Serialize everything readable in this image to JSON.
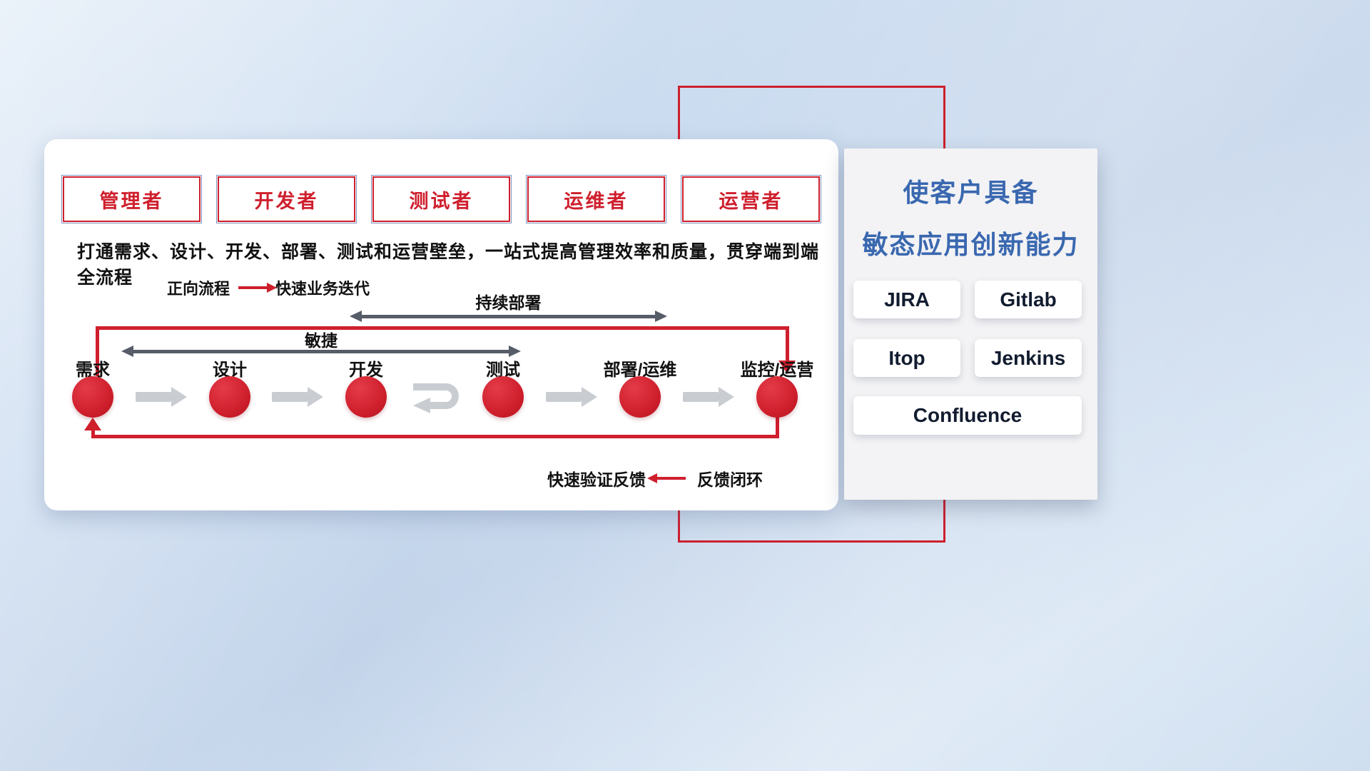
{
  "colors": {
    "red": "#cf1f2d",
    "blue": "#3a68b0",
    "dark-arrow": "#565d68",
    "gray-arrow": "#c9cdd2",
    "text": "#111111",
    "panel-gray": "#f3f3f5"
  },
  "roles": [
    "管理者",
    "开发者",
    "测试者",
    "运维者",
    "运营者"
  ],
  "subtitle": "打通需求、设计、开发、部署、测试和运营壁垒，一站式提高管理效率和质量，贯穿端到端全流程",
  "forward_legend": {
    "label": "正向流程",
    "desc": "快速业务迭代"
  },
  "continuous_deploy_label": "持续部署",
  "agile_label": "敏捷",
  "stages": [
    "需求",
    "设计",
    "开发",
    "测试",
    "部署/运维",
    "监控/运营"
  ],
  "feedback_legend": {
    "desc": "快速验证反馈",
    "label": "反馈闭环"
  },
  "right_panel": {
    "title_line1": "使客户具备",
    "title_line2": "敏态应用创新能力",
    "tools": [
      "JIRA",
      "Gitlab",
      "Itop",
      "Jenkins",
      "Confluence"
    ]
  }
}
